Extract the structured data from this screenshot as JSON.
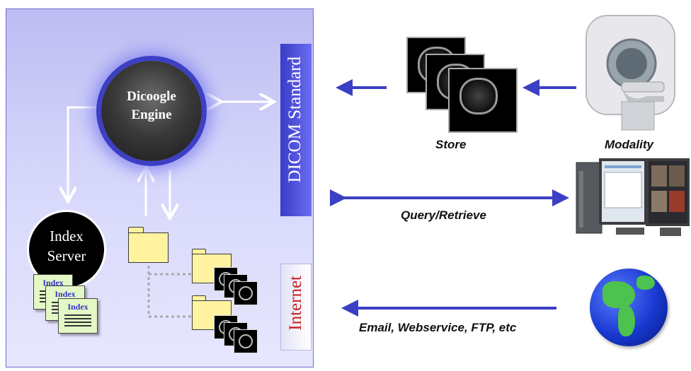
{
  "engine": {
    "line1": "Dicoogle",
    "line2": "Engine"
  },
  "index_server": {
    "line1": "Index",
    "line2": "Server"
  },
  "index_docs": [
    "Index",
    "Index",
    "Index"
  ],
  "dicom_standard": "DICOM Standard",
  "internet": "Internet",
  "labels": {
    "store": "Store",
    "modality": "Modality",
    "query_retrieve": "Query/Retrieve",
    "email": "Email, Webservice, FTP, etc"
  },
  "icons": [
    "ct-scanner-icon",
    "workstation-icon",
    "globe-icon",
    "folder-icon",
    "document-icon"
  ],
  "colors": {
    "arrow": "#3b3fc4",
    "panel": "#c8c8f6",
    "bar": "#4749d2",
    "internet_text": "#cc1c1c",
    "folder": "#fff3a0",
    "doc": "#e4f8c6"
  }
}
